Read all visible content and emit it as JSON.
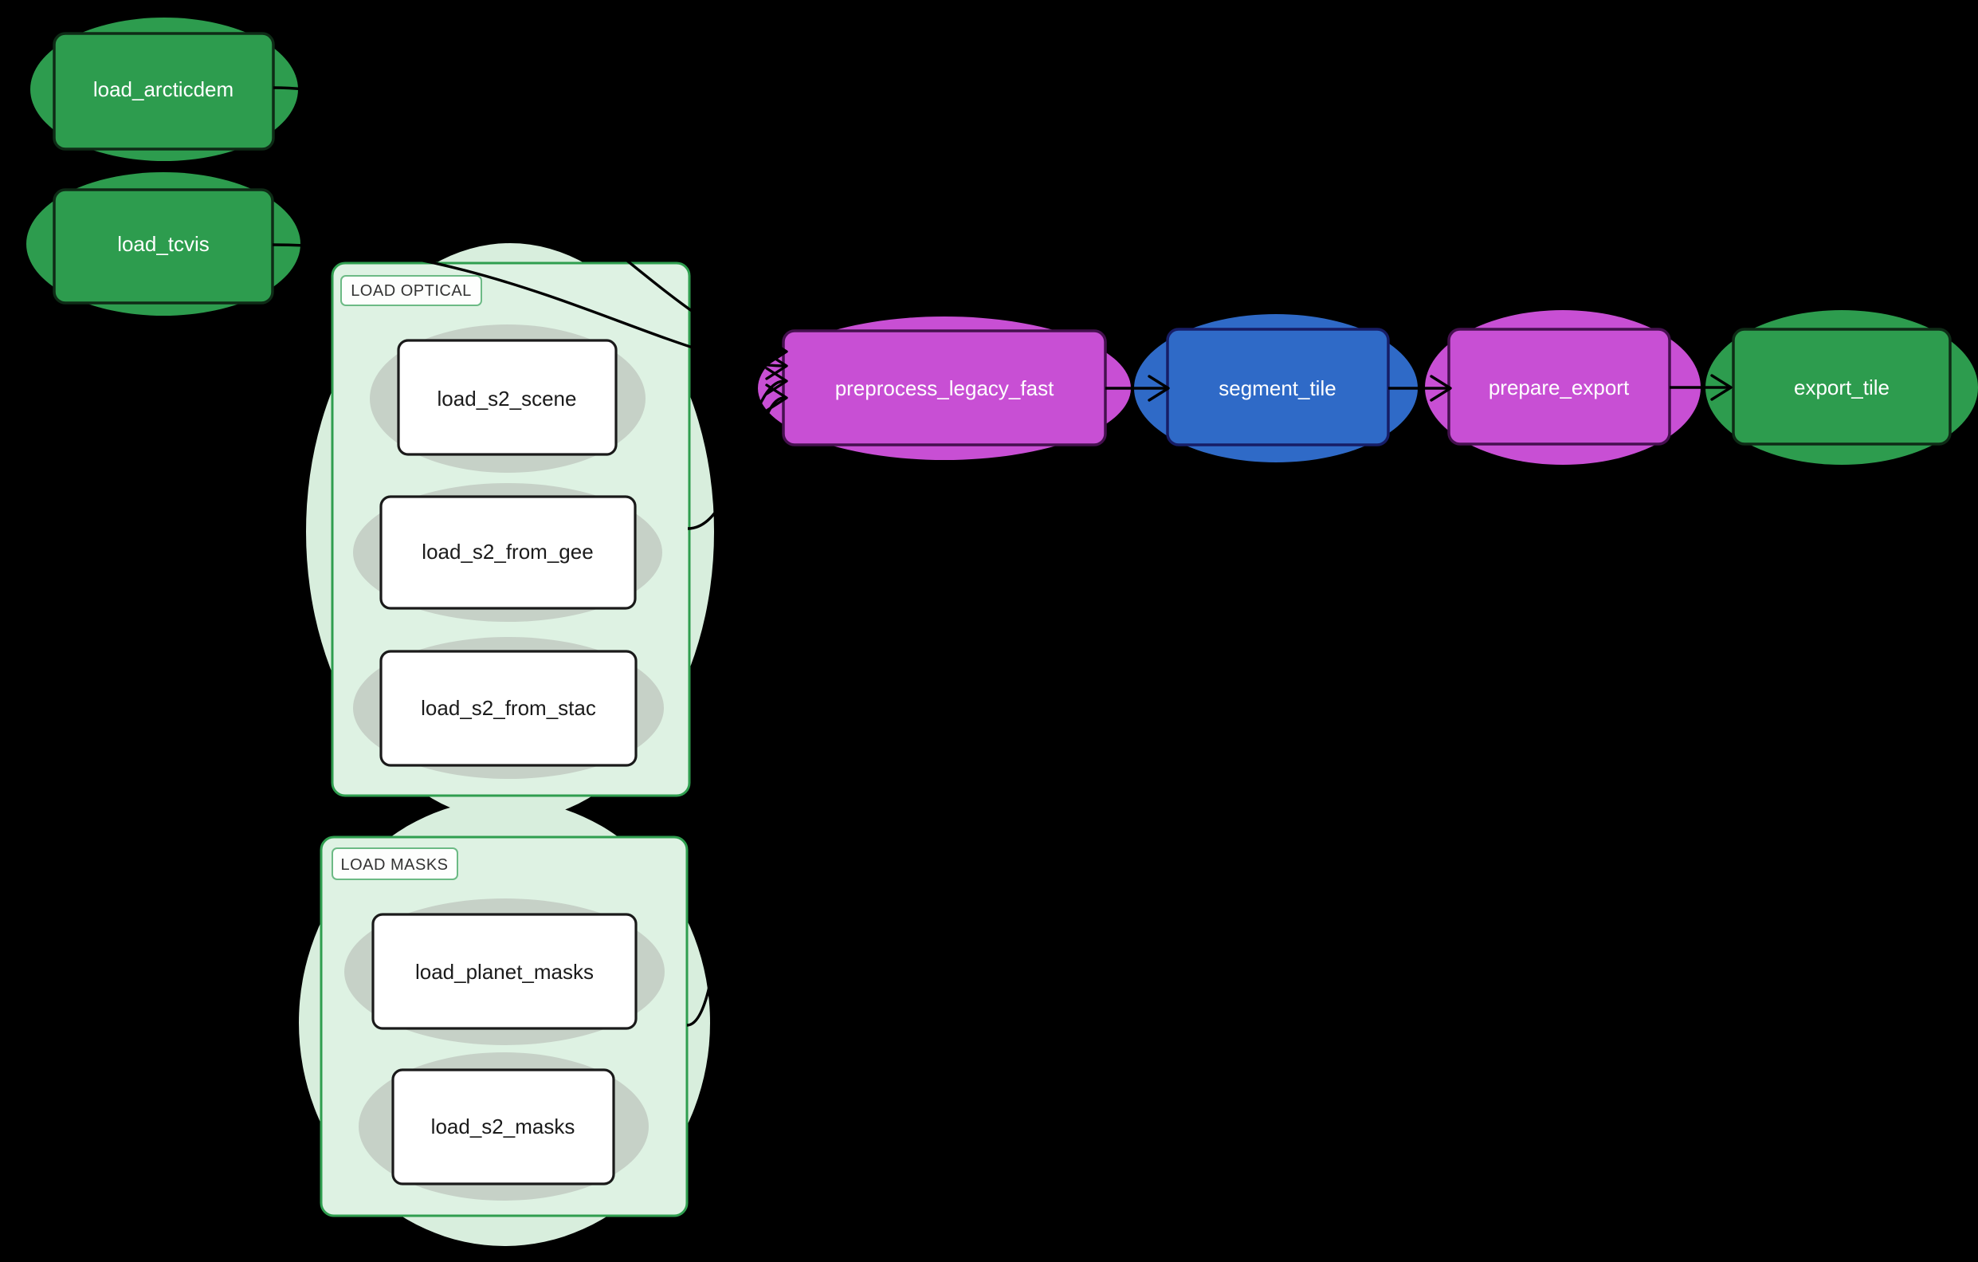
{
  "colors": {
    "background": "#000000",
    "green_node_fill": "#2d9c4e",
    "green_node_border": "#0e2b16",
    "magenta_node_fill": "#c84fd4",
    "magenta_node_border": "#45104f",
    "blue_node_fill": "#2f6ac7",
    "blue_node_border": "#171d66",
    "subgraph_fill": "#def2e3",
    "subgraph_border": "#2f9e4f",
    "subgraph_title_text": "#333333",
    "white_node_fill": "#ffffff",
    "white_node_border": "#1a1a1a",
    "node_shadow": "#c6d1c7",
    "edge_color": "#000000",
    "light_label_text": "#ffffff",
    "dark_label_text": "#1b1b1b"
  },
  "nodes": {
    "load_arcticdem": {
      "label": "load_arcticdem",
      "color": "green"
    },
    "load_tcvis": {
      "label": "load_tcvis",
      "color": "green"
    },
    "load_s2_scene": {
      "label": "load_s2_scene",
      "color": "white"
    },
    "load_s2_from_gee": {
      "label": "load_s2_from_gee",
      "color": "white"
    },
    "load_s2_from_stac": {
      "label": "load_s2_from_stac",
      "color": "white"
    },
    "load_planet_masks": {
      "label": "load_planet_masks",
      "color": "white"
    },
    "load_s2_masks": {
      "label": "load_s2_masks",
      "color": "white"
    },
    "preprocess_legacy_fast": {
      "label": "preprocess_legacy_fast",
      "color": "magenta"
    },
    "segment_tile": {
      "label": "segment_tile",
      "color": "blue"
    },
    "prepare_export": {
      "label": "prepare_export",
      "color": "magenta"
    },
    "export_tile": {
      "label": "export_tile",
      "color": "green"
    }
  },
  "subgraphs": {
    "load_optical": {
      "title": "LOAD OPTICAL",
      "children": [
        "load_s2_scene",
        "load_s2_from_gee",
        "load_s2_from_stac"
      ]
    },
    "load_masks": {
      "title": "LOAD MASKS",
      "children": [
        "load_planet_masks",
        "load_s2_masks"
      ]
    }
  },
  "edges": [
    {
      "from": "load_arcticdem",
      "to": "preprocess_legacy_fast"
    },
    {
      "from": "load_tcvis",
      "to": "preprocess_legacy_fast"
    },
    {
      "from": "load_optical",
      "to": "preprocess_legacy_fast"
    },
    {
      "from": "load_masks",
      "to": "preprocess_legacy_fast"
    },
    {
      "from": "preprocess_legacy_fast",
      "to": "segment_tile"
    },
    {
      "from": "segment_tile",
      "to": "prepare_export"
    },
    {
      "from": "prepare_export",
      "to": "export_tile"
    }
  ]
}
